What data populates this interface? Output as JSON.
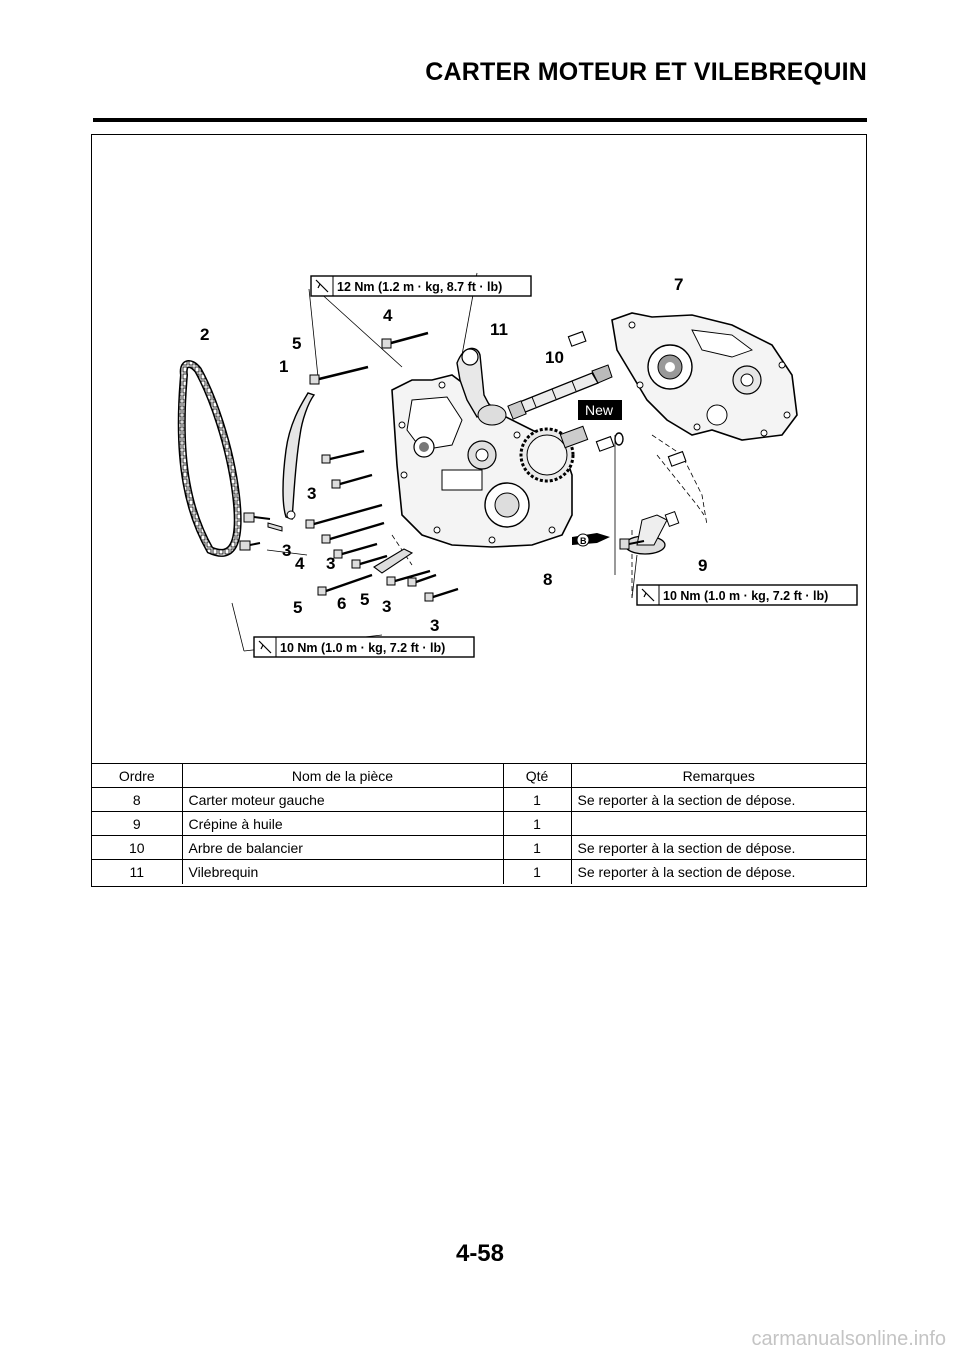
{
  "header": {
    "title": "CARTER MOTEUR ET VILEBREQUIN"
  },
  "diagram": {
    "torque_specs": {
      "top": "12 Nm (1.2 m · kg, 8.7 ft · lb)",
      "right": "10 Nm (1.0 m · kg, 7.2 ft · lb)",
      "bottom": "10 Nm (1.0 m · kg, 7.2 ft · lb)"
    },
    "new_badge": "New",
    "sealant_mark": "B",
    "callouts": [
      "2",
      "5",
      "4",
      "11",
      "7",
      "1",
      "10",
      "3",
      "3",
      "4",
      "3",
      "5",
      "6",
      "5",
      "3",
      "3",
      "8",
      "9"
    ],
    "icons": [
      "torque-wrench-icon",
      "sealant-tube-icon"
    ]
  },
  "parts_table": {
    "headers": [
      "Ordre",
      "Nom de la pièce",
      "Qté",
      "Remarques"
    ],
    "rows": [
      [
        "8",
        "Carter moteur gauche",
        "1",
        "Se reporter à la section de dépose."
      ],
      [
        "9",
        "Crépine à huile",
        "1",
        ""
      ],
      [
        "10",
        "Arbre de balancier",
        "1",
        "Se reporter à la section de dépose."
      ],
      [
        "11",
        "Vilebrequin",
        "1",
        "Se reporter à la section de dépose."
      ]
    ]
  },
  "footer": {
    "page_number": "4-58",
    "watermark": "carmanualsonline.info"
  }
}
